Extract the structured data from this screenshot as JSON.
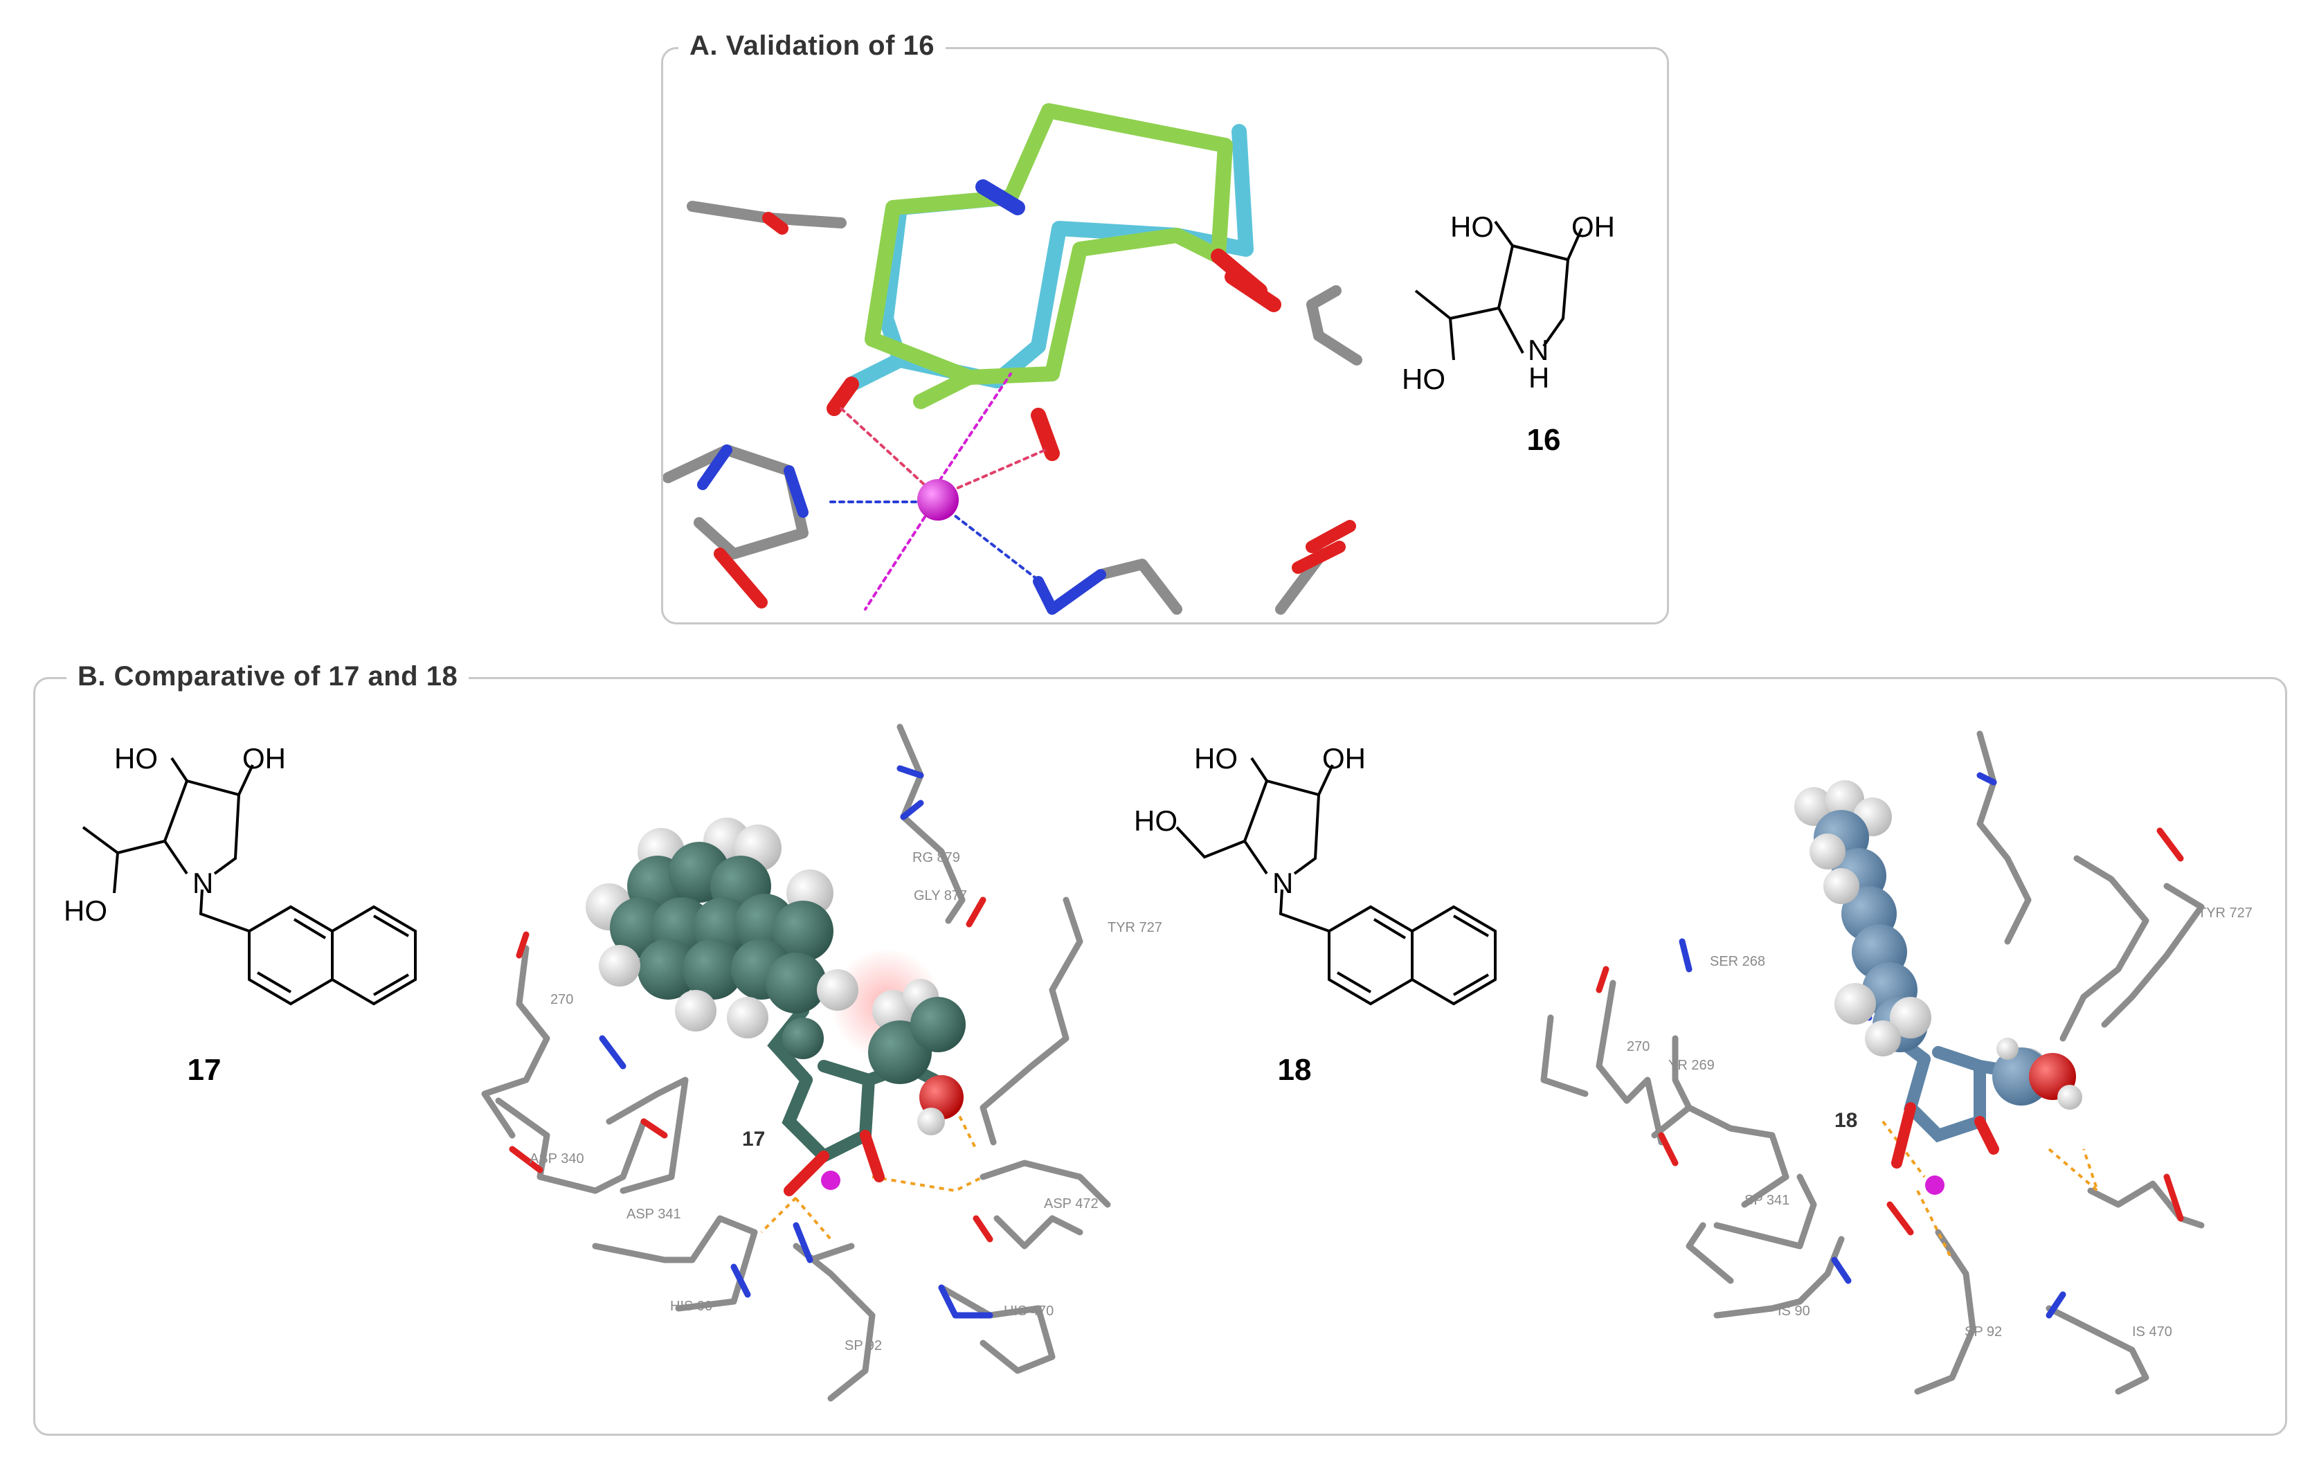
{
  "panel_a": {
    "title": "A. Validation of 16",
    "compound": {
      "label": "16",
      "atoms": {
        "ho_top_left": "HO",
        "oh_top_right": "OH",
        "ho_bottom": "HO",
        "n": "N",
        "h": "H"
      }
    }
  },
  "panel_b": {
    "title": "B. Comparative of 17 and 18",
    "compound_17": {
      "label": "17",
      "atoms": {
        "ho_top_left": "HO",
        "oh_top_right": "OH",
        "ho_bottom": "HO",
        "n": "N"
      }
    },
    "compound_18": {
      "label": "18",
      "atoms": {
        "ho_top_left": "HO",
        "oh_top_right": "OH",
        "ho_side": "HO",
        "n": "N"
      }
    },
    "docking_17": {
      "ligand_label": "17",
      "residues": [
        "RG 879",
        "GLY 877",
        "TYR 727",
        "270",
        "ASP 340",
        "ASP 341",
        "ASP 472",
        "HIS 90",
        "SP 92",
        "HIS 470"
      ]
    },
    "docking_18": {
      "ligand_label": "18",
      "residues": [
        "SER 268",
        "270",
        "YR 269",
        "TYR 727",
        "SP 341",
        "IS 90",
        "SP 92",
        "IS 470"
      ]
    }
  },
  "colors": {
    "ligand_green": "#8fd14f",
    "ligand_cyan": "#5bc3d9",
    "carbon_grey": "#8c8c8c",
    "oxygen_red": "#e02020",
    "nitrogen_blue": "#2a3fd6",
    "zinc_magenta": "#d61fd6",
    "ligand17_teal": "#3f6b60",
    "ligand18_steel": "#5f84a6",
    "hbond_orange": "#f0a020"
  }
}
